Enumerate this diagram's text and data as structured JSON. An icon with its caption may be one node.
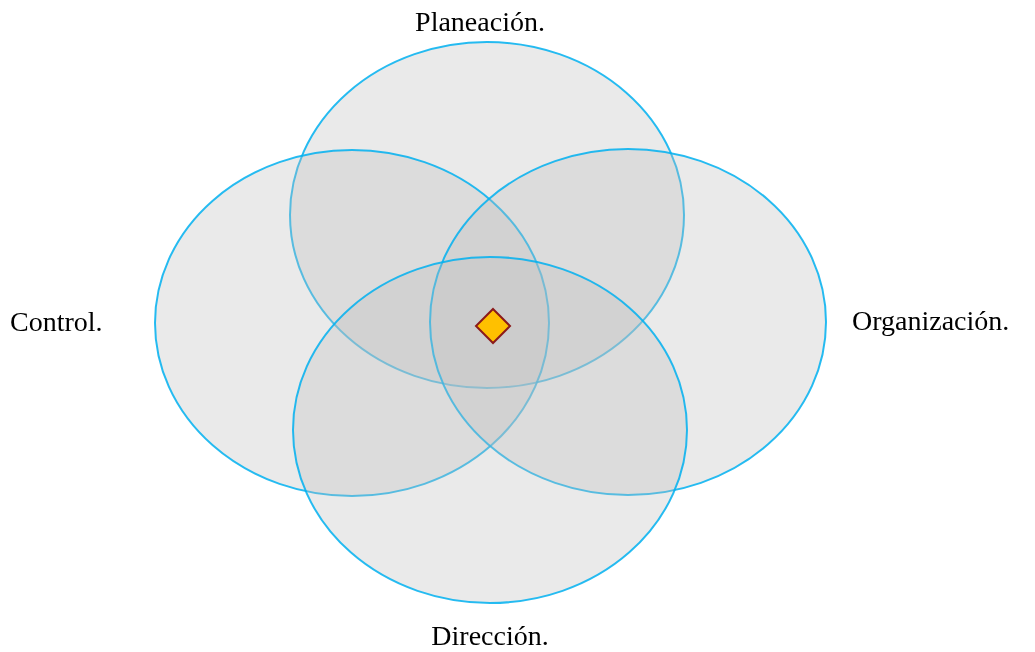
{
  "diagram": {
    "nodes": [
      {
        "text": [
          "Planeación."
        ]
      },
      {
        "text": [
          "Control."
        ]
      },
      {
        "text": [
          "Organización."
        ]
      },
      {
        "text": [
          "Dirección."
        ]
      }
    ],
    "edges": []
  }
}
